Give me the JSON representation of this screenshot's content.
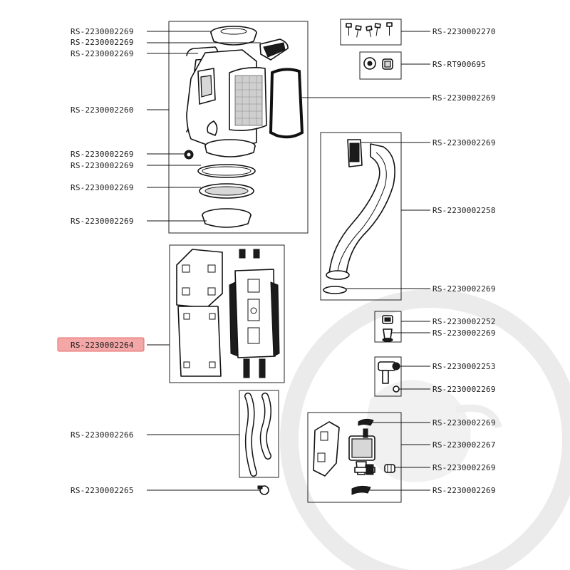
{
  "colors": {
    "highlight_fill": "#f4a7a7",
    "highlight_stroke": "#e46a6a",
    "line": "#111111",
    "watermark": "#e9e9e9"
  },
  "labels": {
    "top_group_1": "RS-2230002269",
    "top_group_2": "RS-2230002269",
    "top_group_3": "RS-2230002269",
    "tank": "RS-2230002260",
    "small_grommet": "RS-2230002269",
    "flat_ring": "RS-2230002269",
    "gasket_ring": "RS-2230002269",
    "cup_seal": "RS-2230002269",
    "screws": "RS-2230002270",
    "plug": "RS-RT900695",
    "filter_frame": "RS-2230002269",
    "hose_seal_top": "RS-2230002269",
    "steam_hose": "RS-2230002258",
    "hose_seal_bottom": "RS-2230002269",
    "heater_selected": "RS-2230002264",
    "connector": "RS-2230002252",
    "connector_seal": "RS-2230002269",
    "valve": "RS-2230002253",
    "valve_oring": "RS-2230002269",
    "pump_clip_top": "RS-2230002269",
    "pump": "RS-2230002267",
    "pump_fitting": "RS-2230002269",
    "pump_clip_bottom": "RS-2230002269",
    "silicone_tubes": "RS-2230002266",
    "clamp": "RS-2230002265"
  }
}
